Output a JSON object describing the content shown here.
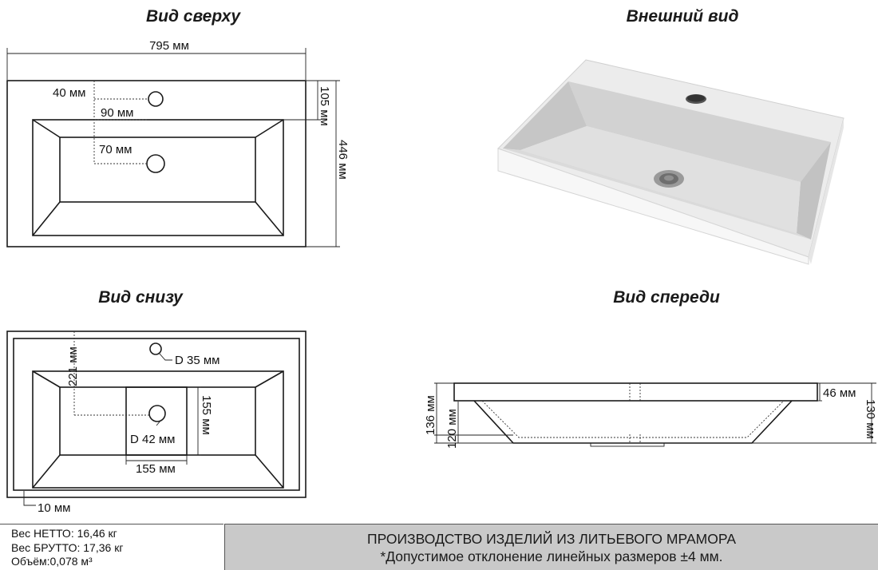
{
  "titles": {
    "top": "Вид сверху",
    "exterior": "Внешний вид",
    "bottom": "Вид снизу",
    "front": "Вид спереди"
  },
  "top_view": {
    "width": "795 мм",
    "depth": "446 мм",
    "rim": "105 мм",
    "tap_offset_x": "40 мм",
    "tap_to_bowl": "90 мм",
    "drain_offset": "70 мм"
  },
  "bottom_view": {
    "drain_depth": "221 мм",
    "tap_hole_diameter": "D 35 мм",
    "drain_hole_diameter": "D 42 мм",
    "pad_height": "155 мм",
    "pad_width": "155 мм",
    "edge": "10 мм"
  },
  "front_view": {
    "total_height_left": "136 мм",
    "bowl_height": "120 мм",
    "rim_height": "46 мм",
    "total_height_right": "130 мм"
  },
  "footer": {
    "weight_net": "Вес НЕТТО: 16,46 кг",
    "weight_gross": "Вес БРУТТО: 17,36 кг",
    "volume": "Объём:0,078 м³",
    "headline": "ПРОИЗВОДСТВО ИЗДЕЛИЙ ИЗ ЛИТЬЕВОГО МРАМОРА",
    "tolerance": "*Допустимое отклонение линейных размеров ±4 мм."
  },
  "colors": {
    "line": "#1a1a1a",
    "banner": "#c9c9c9",
    "sink_surface": "#e2e2e2",
    "sink_inner": "#cfcfcf",
    "drain": "#8a8a8a"
  }
}
